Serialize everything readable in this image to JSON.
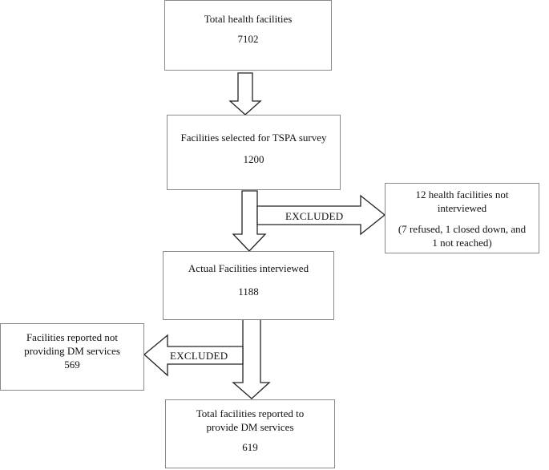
{
  "boxes": {
    "total": {
      "title": "Total health facilities",
      "count": "7102"
    },
    "selected": {
      "title": "Facilities selected for TSPA survey",
      "count": "1200"
    },
    "not_interviewed": {
      "line1": "12 health facilities not",
      "line2": "interviewed",
      "line3": "(7 refused, 1 closed down, and",
      "line4": "1 not reached)"
    },
    "interviewed": {
      "title": "Actual Facilities interviewed",
      "count": "1188"
    },
    "not_providing": {
      "line1": "Facilities reported not",
      "line2": "providing DM services",
      "count": "569"
    },
    "providing": {
      "line1": "Total facilities reported to",
      "line2": "provide DM services",
      "count": "619"
    }
  },
  "labels": {
    "excluded_1": "EXCLUDED",
    "excluded_2": "EXCLUDED"
  }
}
